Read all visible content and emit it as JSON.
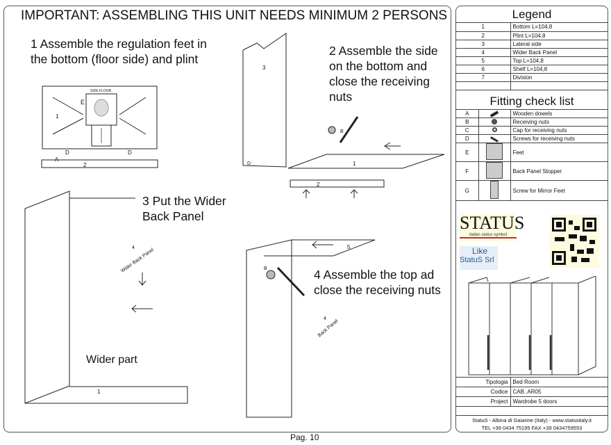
{
  "title": "IMPORTANT: ASSEMBLING THIS UNIT NEEDS MINIMUM 2 PERSONS",
  "steps": [
    "1 Assemble the regulation feet in the bottom (floor side) and plint",
    "2 Assemble the side on the bottom and close the receiving nuts",
    "3 Put the Wider Back Panel",
    "4 Assemble the top ad close the receiving nuts"
  ],
  "diagram_labels": {
    "side_floor": "SIDE FLOOR",
    "e": "E",
    "one": "1",
    "two": "2",
    "three": "3",
    "four": "4",
    "five": "5",
    "a": "A",
    "b": "B",
    "d": "D",
    "wider_back_panel": "Wider Back Panel",
    "back_panel": "Back Panel",
    "wider_part": "Wider part"
  },
  "legend": {
    "title": "Legend",
    "rows": [
      [
        "1",
        "Bottom L=104,8"
      ],
      [
        "2",
        "Plint L=104,8"
      ],
      [
        "3",
        "Lateral side"
      ],
      [
        "4",
        "Wider Back Panel"
      ],
      [
        "5",
        "Top L=104,8"
      ],
      [
        "6",
        "Shelf L=104,8"
      ],
      [
        "7",
        "Division"
      ],
      [
        "",
        ""
      ]
    ]
  },
  "fitting": {
    "title": "Fitting check list",
    "rows": [
      {
        "code": "A",
        "icon": "dowel-icon",
        "label": "Wooden dowels"
      },
      {
        "code": "B",
        "icon": "receiving-nut-icon",
        "label": "Receiving nuts"
      },
      {
        "code": "C",
        "icon": "cap-icon",
        "label": "Cap for receiving nuts"
      },
      {
        "code": "D",
        "icon": "screw-icon",
        "label": "Screws for receiving nuts"
      },
      {
        "code": "E",
        "icon": "feet-icon",
        "label": "Feet"
      },
      {
        "code": "F",
        "icon": "stopper-icon",
        "label": "Back Panel Stopper"
      },
      {
        "code": "G",
        "icon": "mirror-screw-icon",
        "label": "Screw for Mirror Feet"
      }
    ]
  },
  "brand": {
    "logo": "STATUS",
    "tagline": "italian status symbol",
    "like": "Like",
    "page": "StatuS Srl"
  },
  "info": {
    "rows": [
      [
        "Tipologia",
        "Bed Room"
      ],
      [
        "Codice",
        "CAB..AR05"
      ],
      [
        "Project",
        "Wardrobe 5 doors"
      ]
    ]
  },
  "footer": {
    "address": "StatuS - Albina di Gaiarine (Italy) - www.statusitaly.it",
    "phone": "TEL +39 0434 75195  FAX +39 0434759553"
  },
  "page_label": "Pag. 10"
}
